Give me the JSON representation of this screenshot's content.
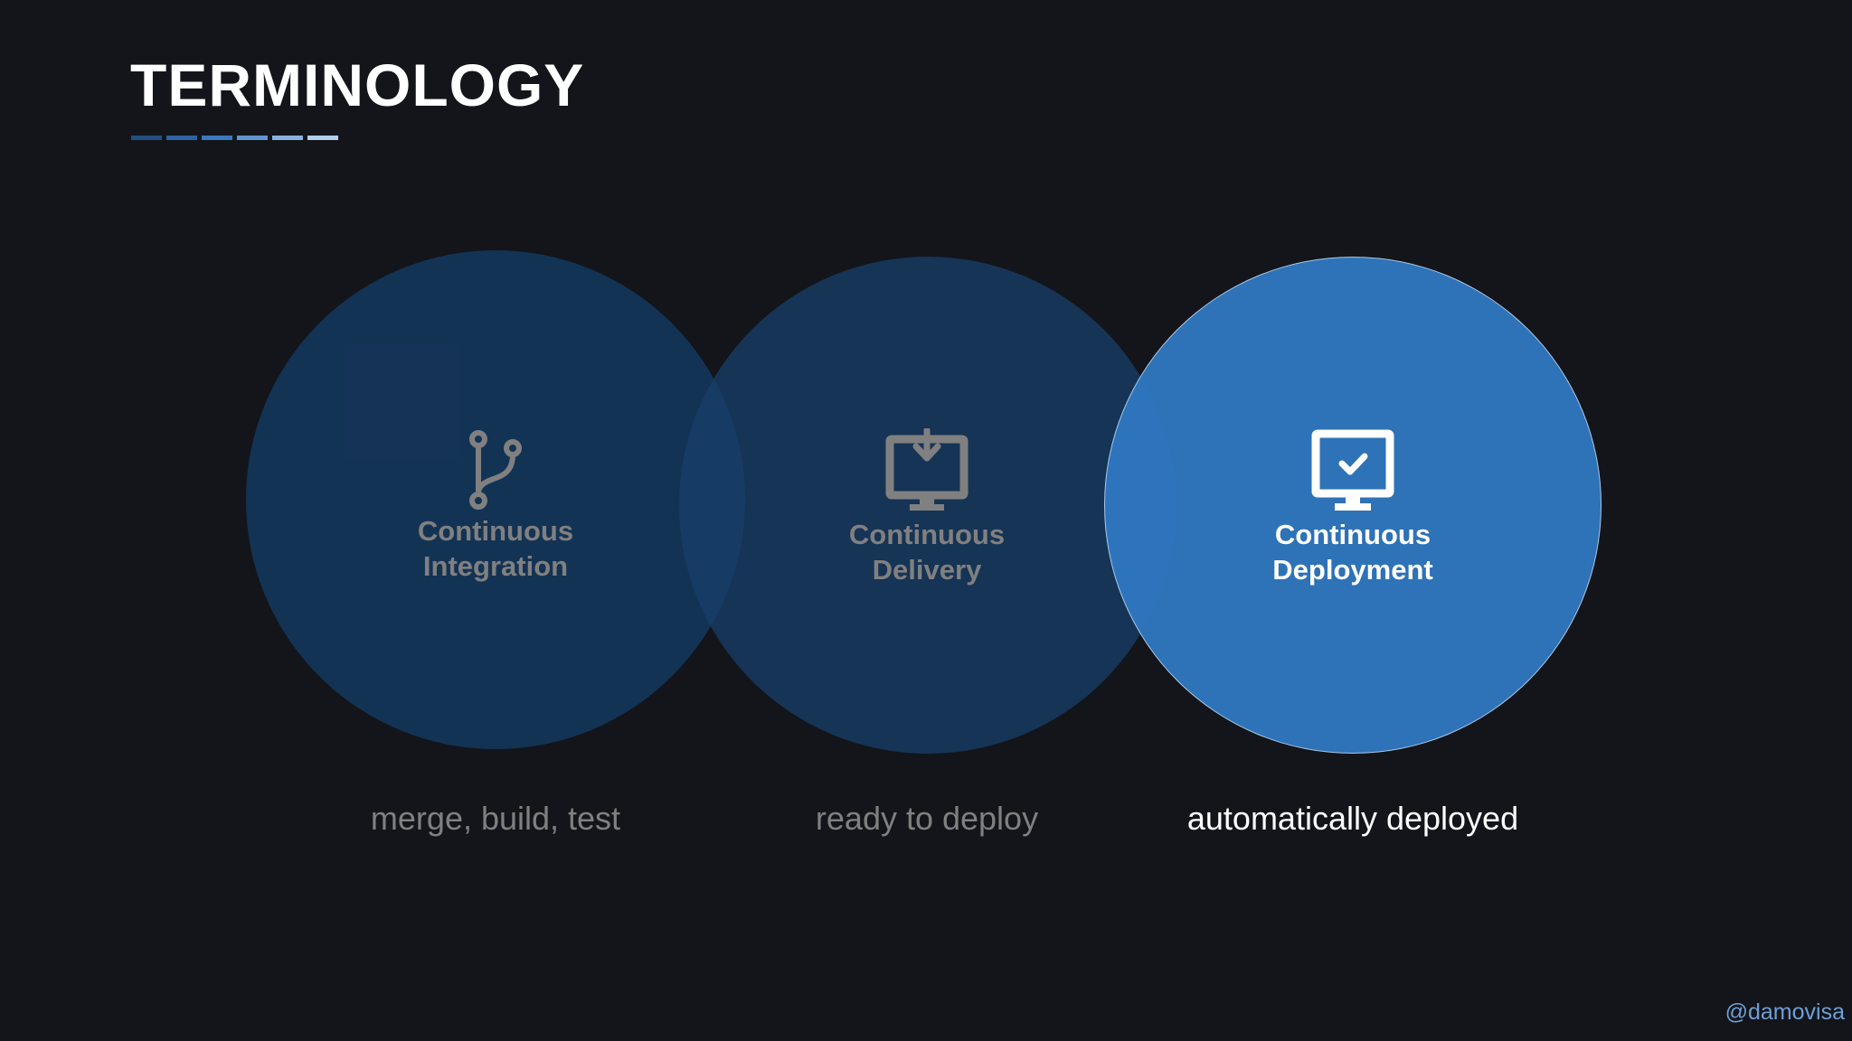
{
  "slide": {
    "title": "TERMINOLOGY",
    "underline_colors": [
      "#244e82",
      "#2e62a4",
      "#3b78c0",
      "#5f96cf",
      "#87b2de",
      "#b2cfec"
    ]
  },
  "stages": [
    {
      "label_line1": "Continuous",
      "label_line2": "Integration",
      "description": "merge, build, test",
      "icon": "branch-icon",
      "state": "inactive"
    },
    {
      "label_line1": "Continuous",
      "label_line2": "Delivery",
      "description": "ready to deploy",
      "icon": "monitor-download-icon",
      "state": "inactive"
    },
    {
      "label_line1": "Continuous",
      "label_line2": "Deployment",
      "description": "automatically deployed",
      "icon": "monitor-check-icon",
      "state": "active"
    }
  ],
  "colors": {
    "background": "#13151a",
    "inactive_text": "#808080",
    "active_circle": "#2f78c3",
    "handle": "#6d9fd8"
  },
  "footer": {
    "handle": "@damovisa"
  }
}
